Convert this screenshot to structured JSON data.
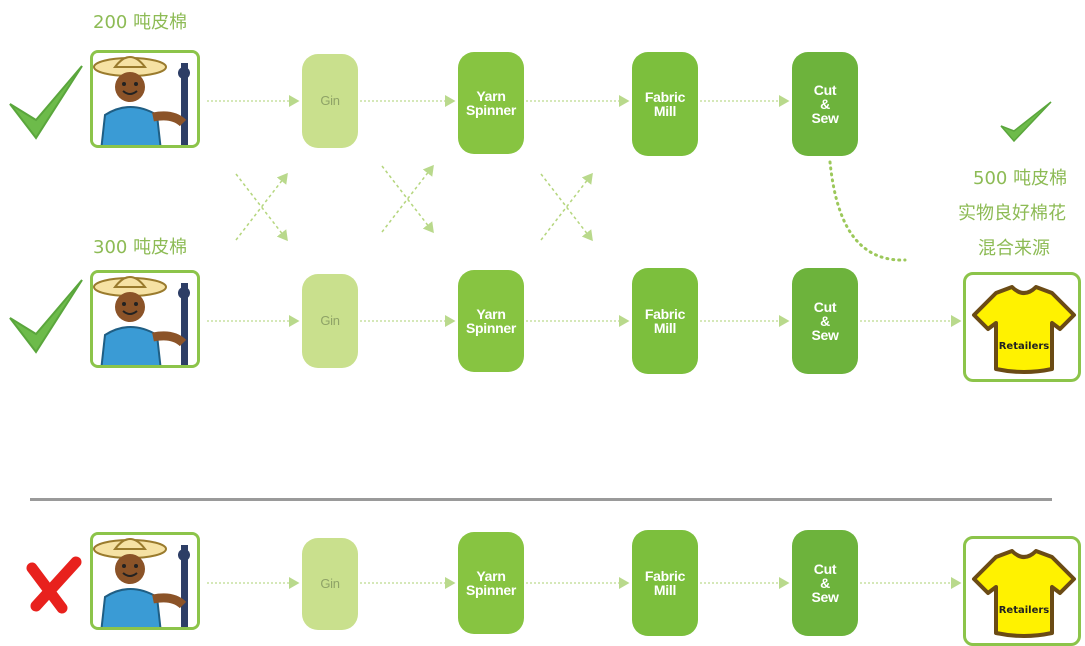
{
  "labels": {
    "farmer1_qty": "200 吨皮棉",
    "farmer2_qty": "300 吨皮棉",
    "result_line1": "500 吨皮棉",
    "result_line2": "实物良好棉花",
    "result_line3": "混合来源"
  },
  "stages": {
    "gin": "Gin",
    "yarn": "Yarn\nSpinner",
    "fabric": "Fabric\nMill",
    "cut": "Cut\n&\nSew"
  },
  "retailer": {
    "sign": "Retailers"
  },
  "colors": {
    "check": "#6dbb4a",
    "cross": "#e8211d",
    "gin": "#c9e08d",
    "yarn": "#87c441",
    "fabric": "#7cbf3d",
    "cut": "#6db33c",
    "divider": "#9a9a9a"
  }
}
